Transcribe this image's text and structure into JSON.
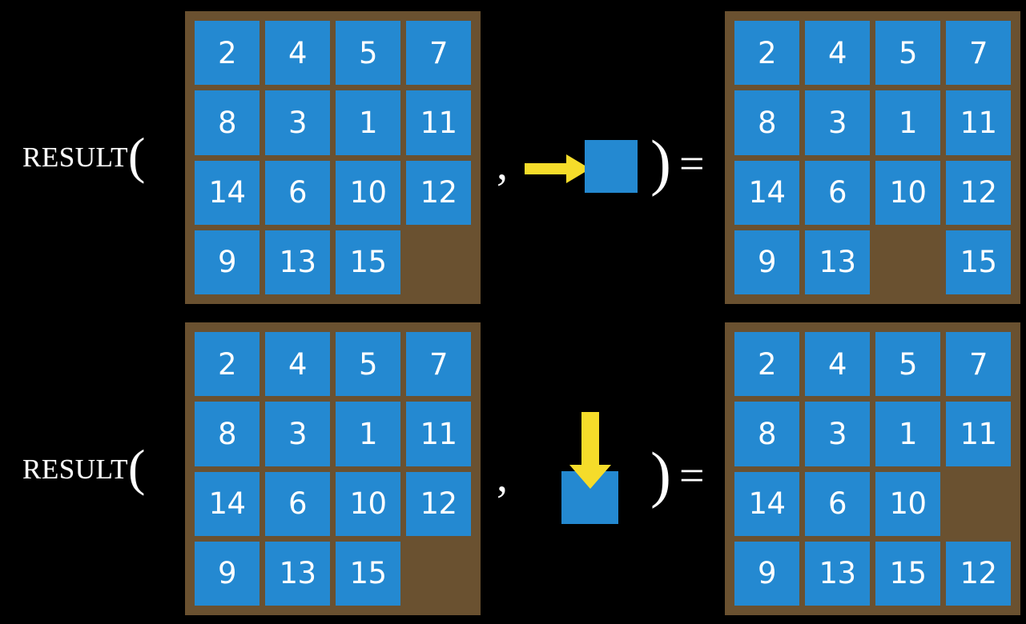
{
  "page": {
    "background_color": "#000000",
    "tile_color": "#2489D1",
    "board_color": "#6A5130",
    "arrow_color": "#F5DC2A",
    "text_color": "#FFFFFF"
  },
  "rows": [
    {
      "id": "row-right-shift",
      "function_label": "Result",
      "open_paren": "(",
      "comma": ",",
      "close_paren": ")",
      "equals": "=",
      "arrow": {
        "direction": "right",
        "name": "arrow-right-icon"
      },
      "input_board": {
        "name": "input-board-top",
        "rows": [
          [
            "2",
            "4",
            "5",
            "7"
          ],
          [
            "8",
            "3",
            "1",
            "11"
          ],
          [
            "14",
            "6",
            "10",
            "12"
          ],
          [
            "9",
            "13",
            "15",
            ""
          ]
        ]
      },
      "output_board": {
        "name": "output-board-top",
        "rows": [
          [
            "2",
            "4",
            "5",
            "7"
          ],
          [
            "8",
            "3",
            "1",
            "11"
          ],
          [
            "14",
            "6",
            "10",
            "12"
          ],
          [
            "9",
            "13",
            "",
            "15"
          ]
        ]
      }
    },
    {
      "id": "row-down-shift",
      "function_label": "Result",
      "open_paren": "(",
      "comma": ",",
      "close_paren": ")",
      "equals": "=",
      "arrow": {
        "direction": "down",
        "name": "arrow-down-icon"
      },
      "input_board": {
        "name": "input-board-bottom",
        "rows": [
          [
            "2",
            "4",
            "5",
            "7"
          ],
          [
            "8",
            "3",
            "1",
            "11"
          ],
          [
            "14",
            "6",
            "10",
            "12"
          ],
          [
            "9",
            "13",
            "15",
            ""
          ]
        ]
      },
      "output_board": {
        "name": "output-board-bottom",
        "rows": [
          [
            "2",
            "4",
            "5",
            "7"
          ],
          [
            "8",
            "3",
            "1",
            "11"
          ],
          [
            "14",
            "6",
            "10",
            ""
          ],
          [
            "9",
            "13",
            "15",
            "12"
          ]
        ]
      }
    }
  ]
}
